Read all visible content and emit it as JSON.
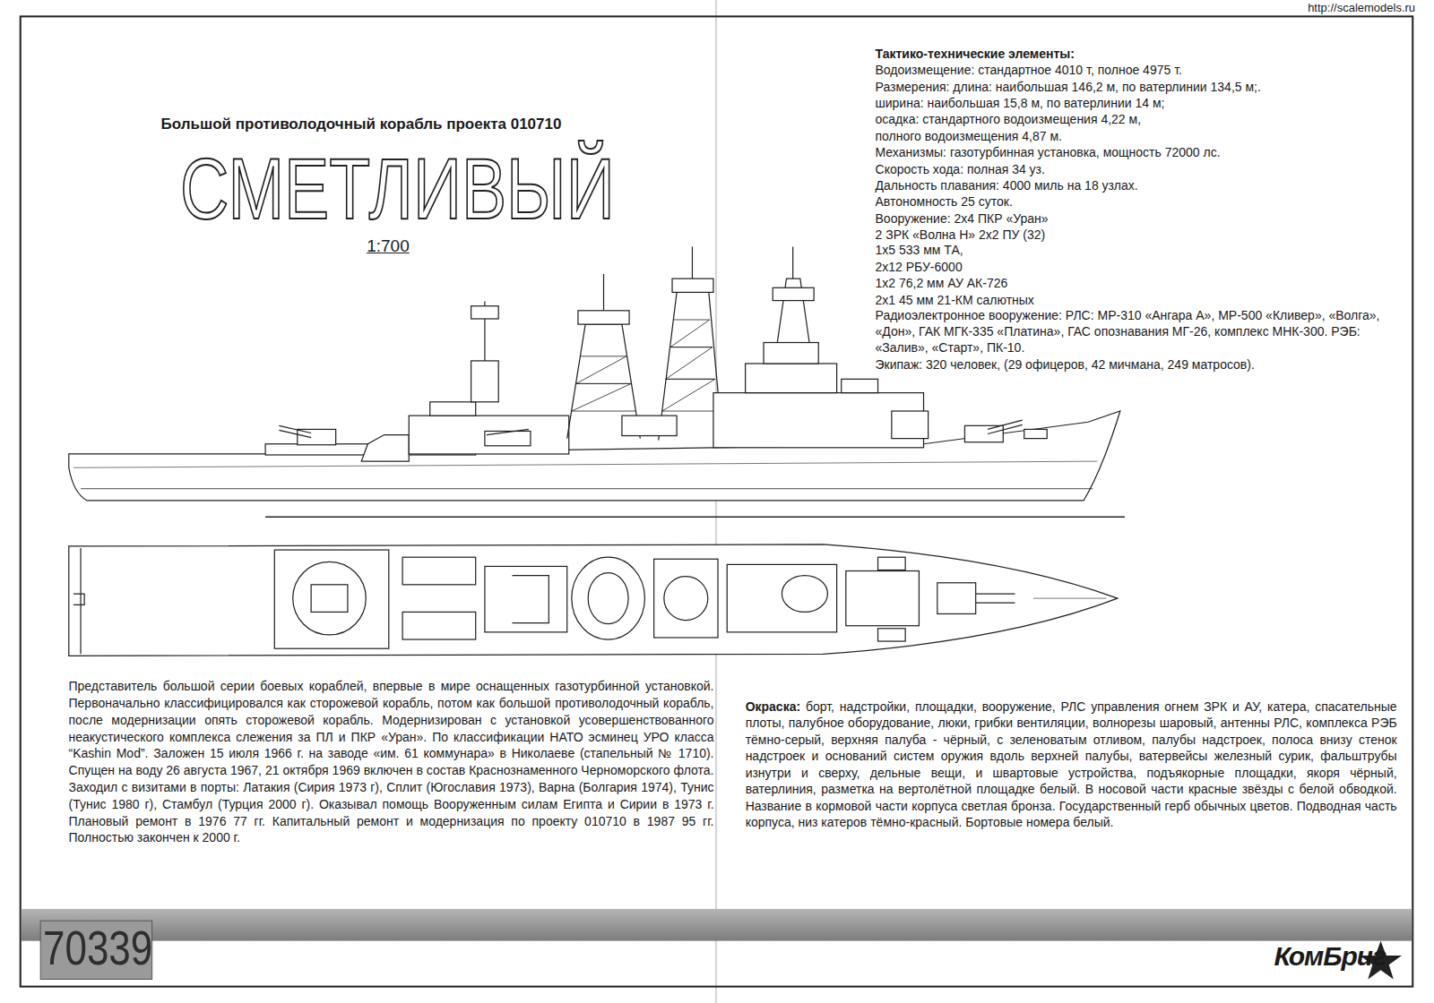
{
  "diagram": {
    "title": "СМЕТЛИВЫЙ",
    "labels": [
      "http://scalemodels.ru",
      "Большой противолодочный корабль проекта 010710",
      "1:700",
      "Тактико-технические элементы:",
      "Водоизмещение: стандартное 4010 т, полное 4975 т.",
      "Размерения: длина: наибольшая 146,2 м, по ватерлинии 134,5 м;.",
      "ширина: наибольшая 15,8 м, по ватерлинии 14 м;",
      "осадка: стандартного водоизмещения 4,22 м,",
      "полного водоизмещения 4,87 м.",
      "Механизмы: газотурбинная установка, мощность 72000 лс.",
      "Скорость хода: полная 34 уз.",
      "Дальность плавания: 4000 миль на 18 узлах.",
      "Автономность 25 суток.",
      "Вооружение: 2х4 ПКР «Уран»",
      "2 ЗРК «Волна Н» 2х2 ПУ (32)",
      "1х5 533 мм ТА,",
      "2х12 РБУ-6000",
      "1х2 76,2 мм АУ АК-726",
      "2х1 45 мм 21-КМ салютных",
      "Радиоэлектронное вооружение: РЛС: МР-310 «Ангара А», МР-500 «Кливер», «Волга», «Дон», ГАК МГК-335 «Платина», ГАС опознавания МГ-26, комплекс МНК-300. РЭБ: «Залив», «Старт», ПК-10.",
      "Экипаж: 320 человек, (29 офицеров, 42 мичмана, 249 матросов).",
      "Представитель большой серии боевых кораблей, впервые в мире оснащенных газотурбинной установкой. Первоначально классифицировался как сторожевой корабль, потом как большой противолодочный корабль, после модернизации опять сторожевой корабль. Модернизирован с установкой усовершенствованного неакустического комплекса слежения за ПЛ и ПКР «Уран». По классификации НАТО эсминец УРО класса “Kashin Mod”. Заложен 15 июля 1966 г. на заводе «им. 61 коммунара» в Николаеве (стапельный № 1710). Спущен на воду 26 августа 1967, 21 октября 1969 включен в состав Краснознаменного Черноморского флота. Заходил с визитами в порты: Латакия (Сирия 1973 г), Сплит (Югославия 1973), Варна (Болгария 1974), Тунис (Тунис 1980 г), Стамбул (Турция 2000 г). Оказывал помощь Вооруженным силам Египта и Сирии в 1973 г. Плановый ремонт в 1976 77 гг. Капитальный ремонт и модернизация по проекту 010710 в 1987 95 гг. Полностью закончен к 2000 г.",
      "Окраска:",
      "борт, надстройки, площадки, вооружение, РЛС управления огнем ЗРК и АУ, катера, спасательные плоты, палубное оборудование, люки, грибки вентиляции, волнорезы шаровый, антенны РЛС, комплекса РЭБ тёмно-серый, верхняя палуба - чёрный, с зеленоватым отливом, палубы надстроек, полоса внизу стенок надстроек и оснований систем оружия вдоль верхней палубы, ватервейсы железный сурик, фальштрубы изнутри и сверху, дельные вещи, и швартовые устройства, подъякорные площадки, якоря чёрный, ватерлиния, разметка на вертолётной площадке белый. В носовой части красные звёзды с белой обводкой. Название в кормовой части корпуса светлая бронза. Государственный герб обычных цветов. Подводная часть корпуса, низ катеров тёмно-красный. Бортовые номера белый.",
      "70339",
      "КомБриг"
    ]
  }
}
